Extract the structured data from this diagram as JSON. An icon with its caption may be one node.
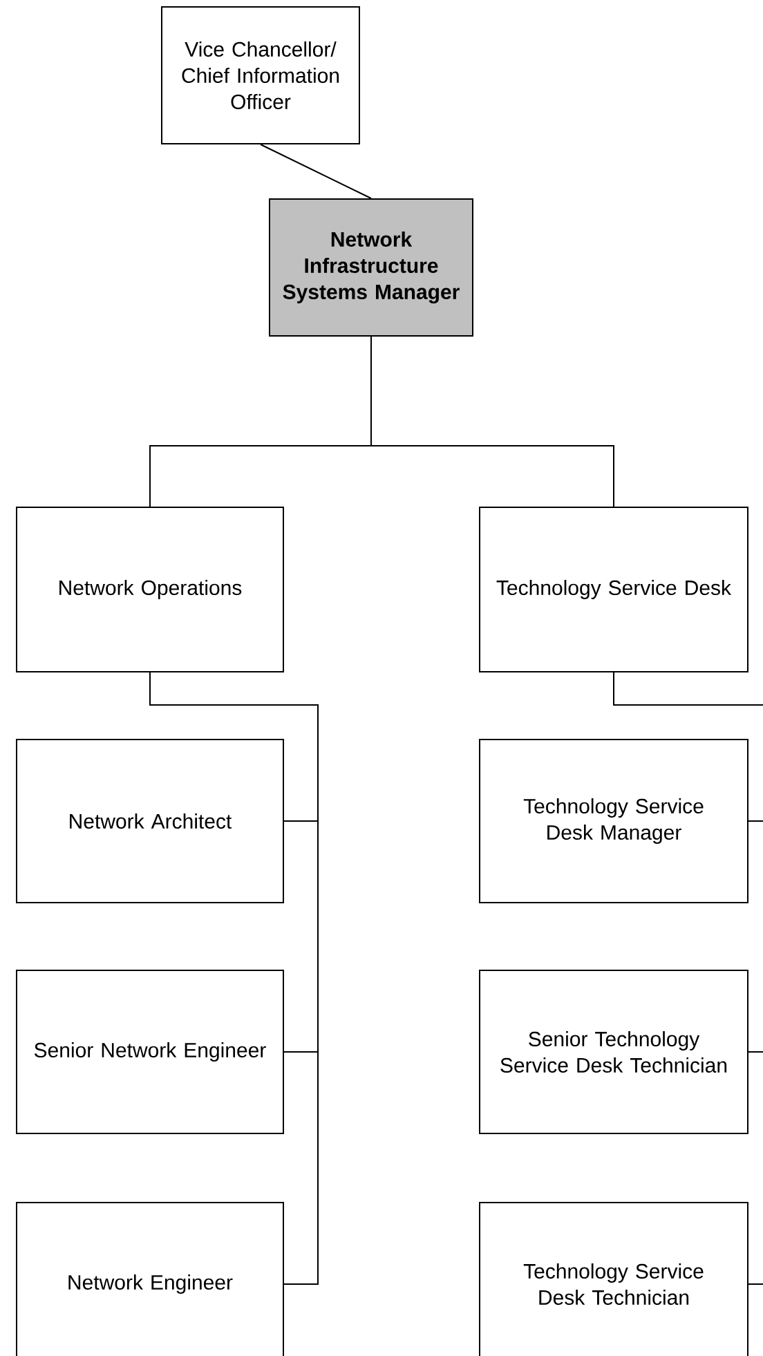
{
  "diagram": {
    "nodes": [
      {
        "text": [
          "Vice Chancellor/ Chief Information Officer"
        ]
      },
      {
        "text": [
          "Network Infrastructure Systems Manager"
        ]
      },
      {
        "text": [
          "Network Operations"
        ]
      },
      {
        "text": [
          "Technology Service Desk"
        ]
      },
      {
        "text": [
          "Network Architect"
        ]
      },
      {
        "text": [
          "Senior Network Engineer"
        ]
      },
      {
        "text": [
          "Network Engineer"
        ]
      },
      {
        "text": [
          "Technology Service Desk Manager"
        ]
      },
      {
        "text": [
          "Senior Technology Service Desk Technician"
        ]
      },
      {
        "text": [
          "Technology Service Desk Technician"
        ]
      }
    ],
    "edges": [
      {
        "from": 0,
        "to": 1,
        "arrow": "none"
      },
      {
        "from": 1,
        "to": 2,
        "arrow": "none"
      },
      {
        "from": 1,
        "to": 3,
        "arrow": "none"
      },
      {
        "from": 2,
        "to": 4,
        "arrow": "none"
      },
      {
        "from": 2,
        "to": 5,
        "arrow": "none"
      },
      {
        "from": 2,
        "to": 6,
        "arrow": "none"
      },
      {
        "from": 3,
        "to": 7,
        "arrow": "none"
      },
      {
        "from": 3,
        "to": 8,
        "arrow": "none"
      },
      {
        "from": 3,
        "to": 9,
        "arrow": "none"
      }
    ]
  }
}
